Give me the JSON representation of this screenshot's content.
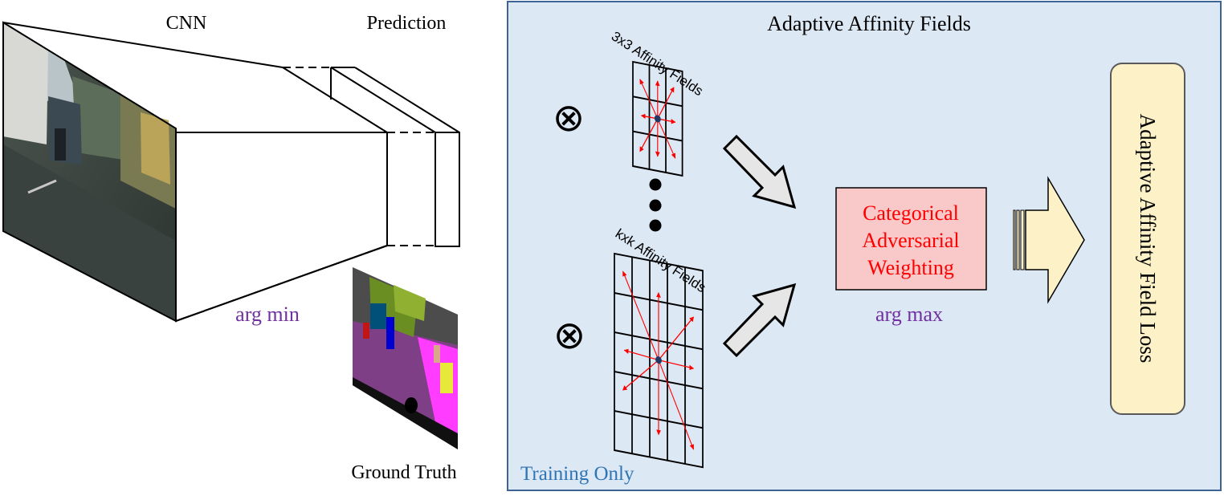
{
  "labels": {
    "cnn": "CNN",
    "prediction": "Prediction",
    "arg_min": "arg min",
    "ground_truth": "Ground Truth",
    "panel_title": "Adaptive Affinity Fields",
    "fields_3x3": "3x3 Affinity Fields",
    "fields_kxk": "kxk Affinity Fields",
    "weighting_line1": "Categorical",
    "weighting_line2": "Adversarial",
    "weighting_line3": "Weighting",
    "arg_max": "arg max",
    "loss": "Adaptive Affinity Field Loss",
    "training_only": "Training Only",
    "otimes_symbol": "⊗"
  },
  "colors": {
    "panel_fill": "#dde8f5",
    "panel_border": "#3e6496",
    "arg_color": "#7030a0",
    "training_color": "#2e75b6",
    "weighting_fill": "#f9c8c8",
    "weighting_text": "#ff0000",
    "loss_fill": "#fdf1c7",
    "arrow_gray": "#e6e6e6",
    "affinity_arrow": "#ff0000",
    "center_dot": "#1f3864"
  }
}
